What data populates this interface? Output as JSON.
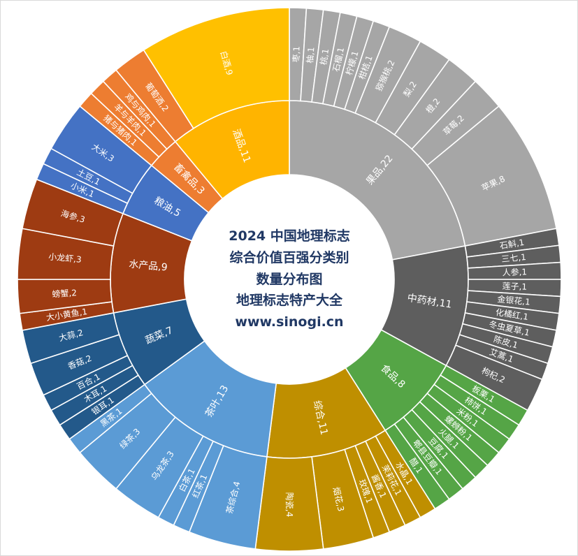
{
  "page": {
    "background": "#ffffff",
    "border_color": "#d9d9d9"
  },
  "center": {
    "line1": "2024 中国地理标志",
    "line2": "综合价值百强分类别",
    "line3": "数量分布图",
    "line4": "地理标志特产大全",
    "line5": "www.sinogi.cn",
    "text_color": "#203864"
  },
  "chart_data": {
    "type": "sunburst",
    "title": "2024 中国地理标志综合价值百强分类别数量分布图",
    "subtitle": "地理标志特产大全",
    "source": "www.sinogi.cn",
    "total": 100,
    "start_angle_deg": 0,
    "direction": "clockwise",
    "rings": [
      "category",
      "item"
    ],
    "label_color": "#ffffff",
    "label_format": "{name},{value}",
    "categories": [
      {
        "name": "果品",
        "value": 22,
        "color": "#a6a6a6",
        "children": [
          {
            "name": "枣",
            "value": 1
          },
          {
            "name": "柚",
            "value": 1
          },
          {
            "name": "桃",
            "value": 1
          },
          {
            "name": "石榴",
            "value": 1
          },
          {
            "name": "柠檬",
            "value": 1
          },
          {
            "name": "柑桔",
            "value": 1
          },
          {
            "name": "猕猴桃",
            "value": 2
          },
          {
            "name": "梨",
            "value": 2
          },
          {
            "name": "橙",
            "value": 2
          },
          {
            "name": "草莓",
            "value": 2
          },
          {
            "name": "苹果",
            "value": 8
          }
        ]
      },
      {
        "name": "中药材",
        "value": 11,
        "color": "#5e5e5e",
        "children": [
          {
            "name": "石斛",
            "value": 1
          },
          {
            "name": "三七",
            "value": 1
          },
          {
            "name": "人参",
            "value": 1
          },
          {
            "name": "莲子",
            "value": 1
          },
          {
            "name": "金银花",
            "value": 1
          },
          {
            "name": "化橘红",
            "value": 1
          },
          {
            "name": "冬虫夏草",
            "value": 1
          },
          {
            "name": "陈皮",
            "value": 1
          },
          {
            "name": "艾蒿",
            "value": 1
          },
          {
            "name": "枸杞",
            "value": 2
          }
        ]
      },
      {
        "name": "食品",
        "value": 8,
        "color": "#55a546",
        "children": [
          {
            "name": "板栗",
            "value": 1
          },
          {
            "name": "柿饼",
            "value": 1
          },
          {
            "name": "米粉",
            "value": 1
          },
          {
            "name": "螺蛳粉",
            "value": 1
          },
          {
            "name": "火腿",
            "value": 1
          },
          {
            "name": "豆腐",
            "value": 1
          },
          {
            "name": "郫县豆瓣",
            "value": 1
          },
          {
            "name": "醋",
            "value": 1
          }
        ]
      },
      {
        "name": "综合",
        "value": 11,
        "color": "#bf8f00",
        "children": [
          {
            "name": "水晶",
            "value": 1
          },
          {
            "name": "茉莉花",
            "value": 1
          },
          {
            "name": "酱香",
            "value": 1
          },
          {
            "name": "玫瑰",
            "value": 1
          },
          {
            "name": "烟花",
            "value": 3
          },
          {
            "name": "陶瓷",
            "value": 4
          }
        ]
      },
      {
        "name": "茶叶",
        "value": 13,
        "color": "#5b9bd5",
        "children": [
          {
            "name": "茶综合",
            "value": 4
          },
          {
            "name": "红茶",
            "value": 1
          },
          {
            "name": "白茶",
            "value": 1
          },
          {
            "name": "乌龙茶",
            "value": 3
          },
          {
            "name": "绿茶",
            "value": 3
          },
          {
            "name": "黑茶",
            "value": 1
          }
        ]
      },
      {
        "name": "蔬菜",
        "value": 7,
        "color": "#23598a",
        "children": [
          {
            "name": "银耳",
            "value": 1
          },
          {
            "name": "木耳",
            "value": 1
          },
          {
            "name": "百合",
            "value": 1
          },
          {
            "name": "香菇",
            "value": 2
          },
          {
            "name": "大蒜",
            "value": 2
          }
        ]
      },
      {
        "name": "水产品",
        "value": 9,
        "color": "#9e3b12",
        "children": [
          {
            "name": "大小黄鱼",
            "value": 1
          },
          {
            "name": "螃蟹",
            "value": 2
          },
          {
            "name": "小龙虾",
            "value": 3
          },
          {
            "name": "海参",
            "value": 3
          }
        ]
      },
      {
        "name": "粮油",
        "value": 5,
        "color": "#4472c4",
        "children": [
          {
            "name": "小米",
            "value": 1
          },
          {
            "name": "土豆",
            "value": 1
          },
          {
            "name": "大米",
            "value": 3
          }
        ]
      },
      {
        "name": "畜禽品",
        "value": 3,
        "color": "#ed7d31",
        "children": [
          {
            "name": "猪与猪肉",
            "value": 1
          },
          {
            "name": "羊与羊肉",
            "value": 1
          },
          {
            "name": "鸡与鸡肉",
            "value": 1
          }
        ]
      },
      {
        "name": "酒品",
        "value": 11,
        "color": "#ffb400",
        "children": [
          {
            "name": "葡萄酒",
            "value": 2,
            "color": "#ed7d31"
          },
          {
            "name": "白酒",
            "value": 9,
            "color": "#ffc000"
          }
        ]
      }
    ]
  }
}
